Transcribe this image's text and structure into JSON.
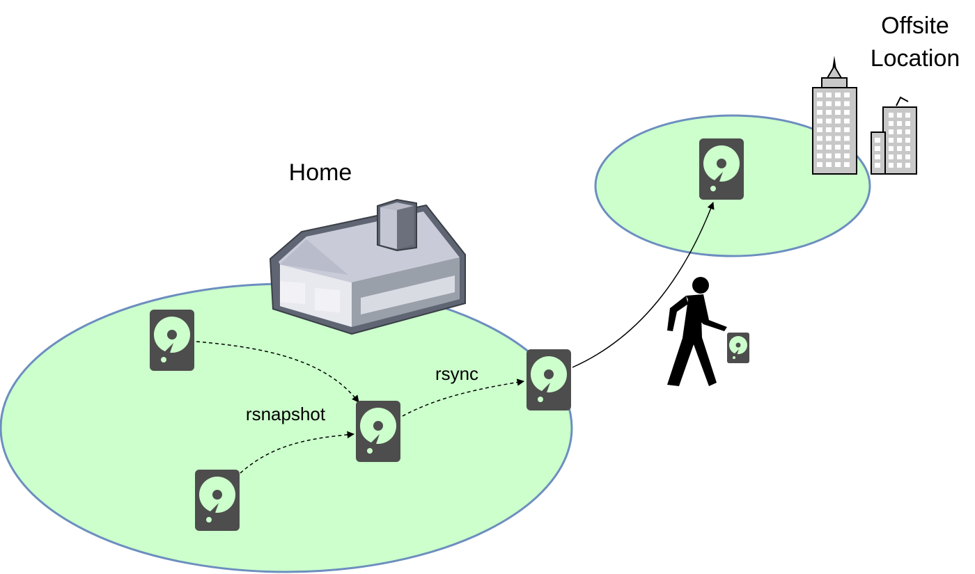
{
  "labels": {
    "home": "Home",
    "offsite_line1": "Offsite",
    "offsite_line2": "Location",
    "rsnapshot": "rsnapshot",
    "rsync": "rsync"
  },
  "icons": {
    "drive": "hard-drive-icon",
    "house": "house-icon",
    "buildings": "office-buildings-icon",
    "person": "walking-person-icon"
  },
  "colors": {
    "zone_fill": "#ccffcc",
    "zone_stroke": "#6c8ebf",
    "drive_body": "#4d4d4d",
    "drive_platter": "#ccffcc",
    "drive_platter_white": "#ffffff",
    "house_wall": "#c9ccd8",
    "building": "#c8c8c8"
  }
}
